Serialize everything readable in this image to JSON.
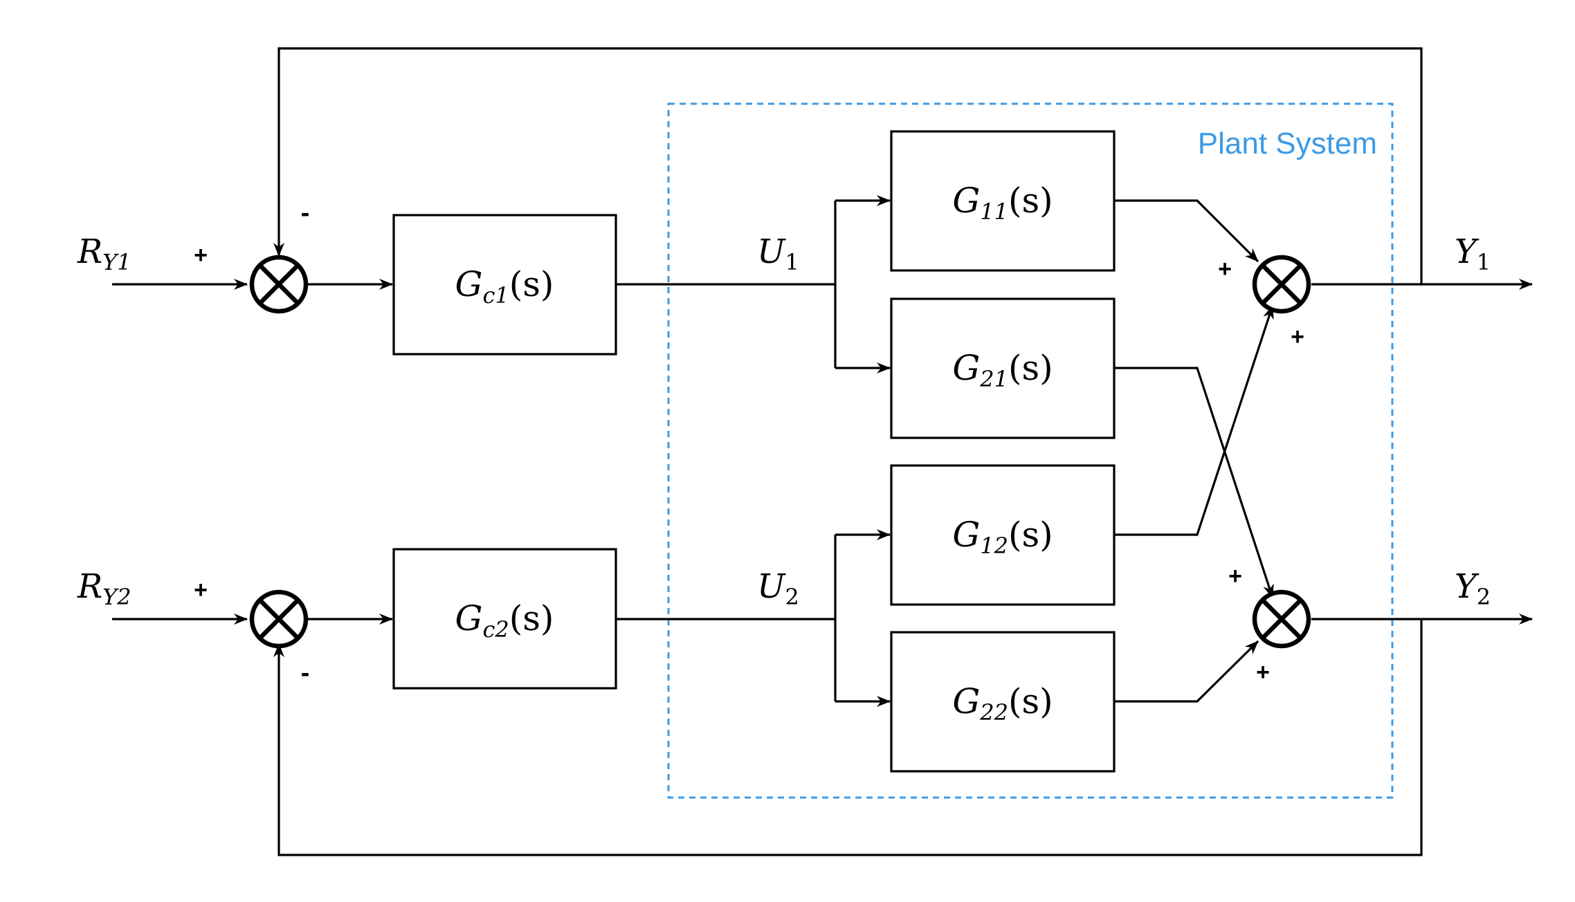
{
  "plant_label": "Plant System",
  "colors": {
    "plant_border": "#3c9ae6",
    "line": "#000000"
  },
  "inputs": {
    "r1": {
      "main": "R",
      "sub": "Y1"
    },
    "r2": {
      "main": "R",
      "sub": "Y2"
    }
  },
  "controllers": {
    "c1": {
      "main": "G",
      "sub": "c1",
      "arg": "(s)"
    },
    "c2": {
      "main": "G",
      "sub": "c2",
      "arg": "(s)"
    }
  },
  "signals": {
    "u1": {
      "main": "U",
      "sub": "1"
    },
    "u2": {
      "main": "U",
      "sub": "2"
    }
  },
  "plant_blocks": {
    "g11": {
      "main": "G",
      "sub": "11",
      "arg": "(s)"
    },
    "g21": {
      "main": "G",
      "sub": "21",
      "arg": "(s)"
    },
    "g12": {
      "main": "G",
      "sub": "12",
      "arg": "(s)"
    },
    "g22": {
      "main": "G",
      "sub": "22",
      "arg": "(s)"
    }
  },
  "outputs": {
    "y1": {
      "main": "Y",
      "sub": "1"
    },
    "y2": {
      "main": "Y",
      "sub": "2"
    }
  },
  "signs": {
    "r1_plus": "+",
    "fb1_minus": "-",
    "r2_plus": "+",
    "fb2_minus": "-",
    "s3_top": "+",
    "s3_bottom": "+",
    "s4_top": "+",
    "s4_bottom": "+"
  }
}
